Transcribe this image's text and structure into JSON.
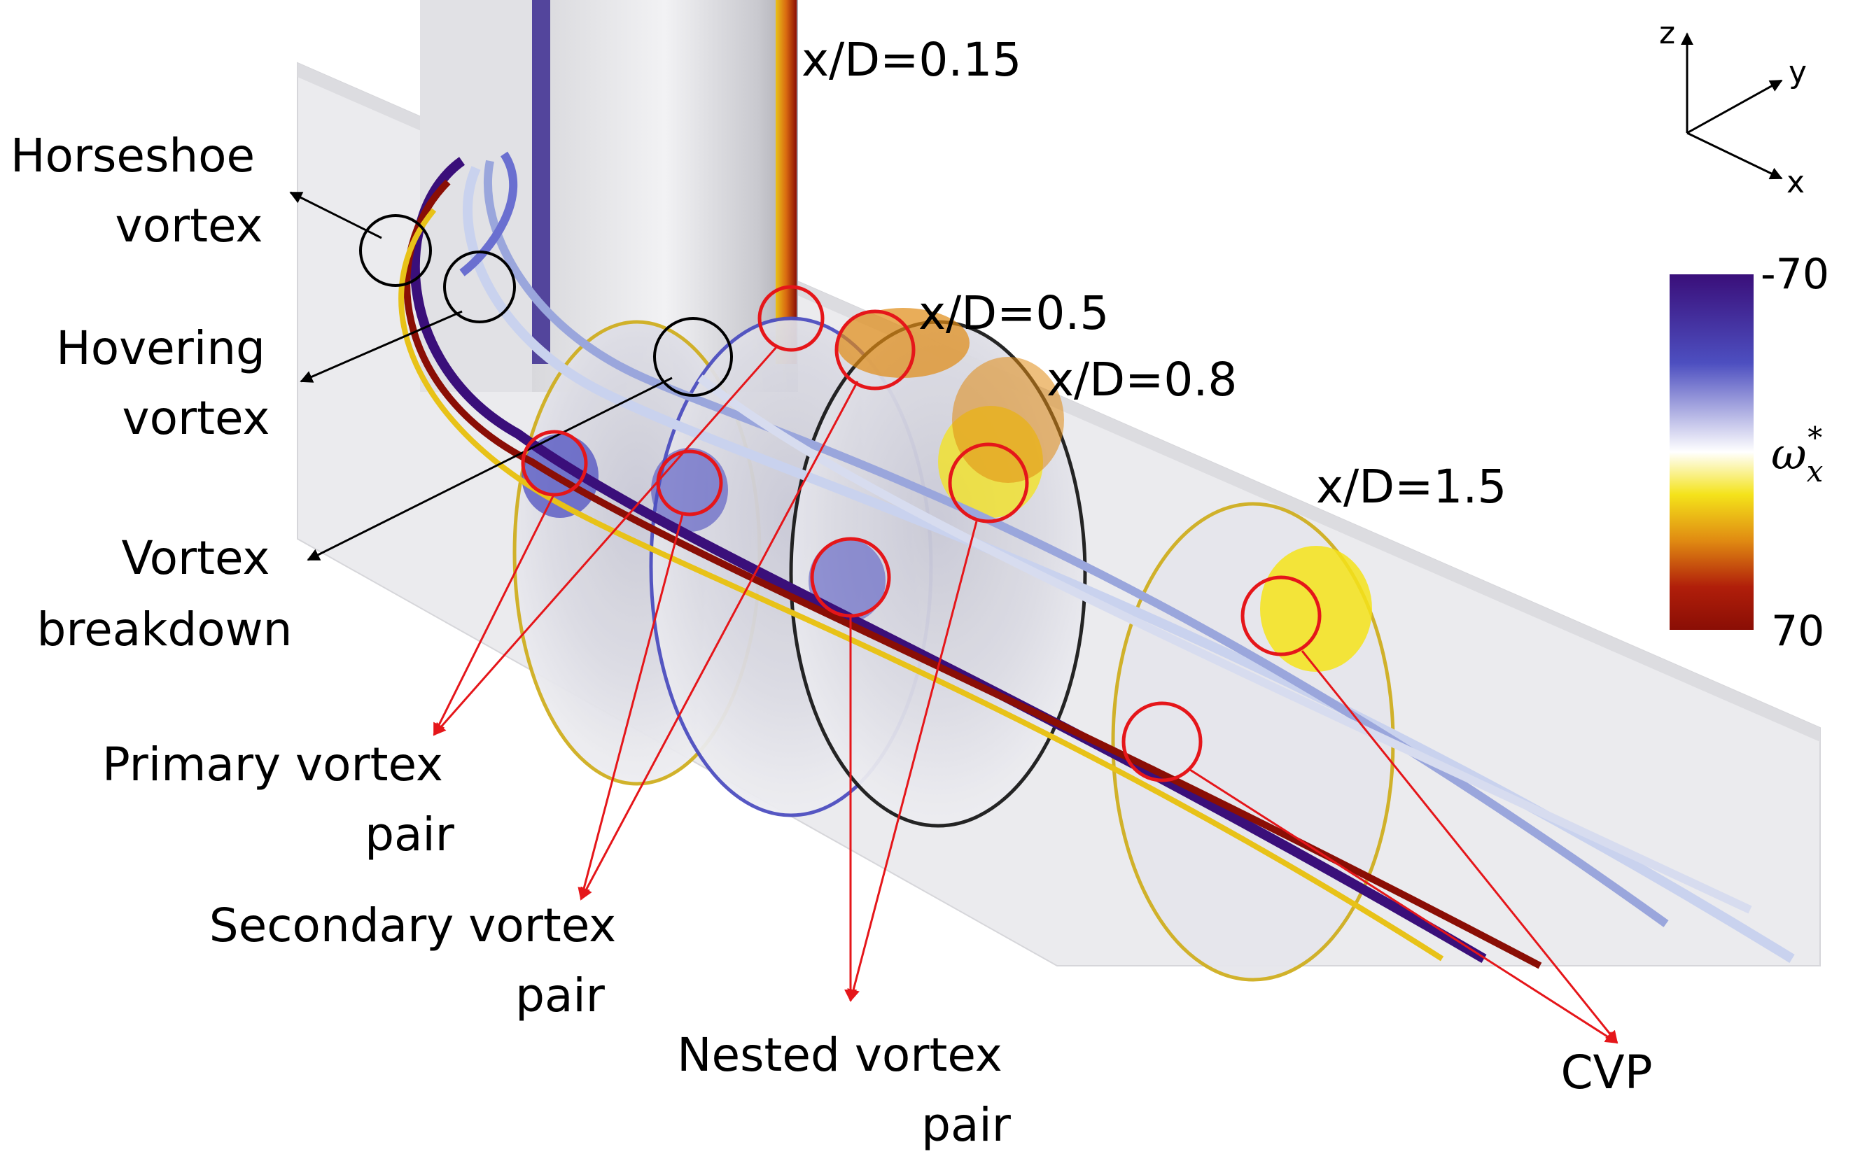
{
  "slice_labels": {
    "s015": "x/D=0.15",
    "s05": "x/D=0.5",
    "s08": "x/D=0.8",
    "s15": "x/D=1.5"
  },
  "annotations": {
    "horseshoe": [
      "Horseshoe",
      "vortex"
    ],
    "hovering": [
      "Hovering",
      "vortex"
    ],
    "breakdown": [
      "Vortex",
      "breakdown"
    ],
    "primary": [
      "Primary vortex",
      "pair"
    ],
    "secondary": [
      "Secondary vortex",
      "pair"
    ],
    "nested": [
      "Nested vortex",
      "pair"
    ],
    "cvp": "CVP"
  },
  "axes": {
    "z": "z",
    "y": "y",
    "x": "x"
  },
  "colorbar": {
    "min_label": "-70",
    "max_label": "70",
    "variable": "ω",
    "variable_sub": "x",
    "variable_sup": "*",
    "stops": [
      "#3a0f7a",
      "#4d4fc0",
      "#ffffff",
      "#f4e31a",
      "#e08a12",
      "#b01e0a",
      "#8a0e05"
    ]
  },
  "colors": {
    "annotation_red": "#e5161a",
    "annotation_black": "#000000"
  }
}
